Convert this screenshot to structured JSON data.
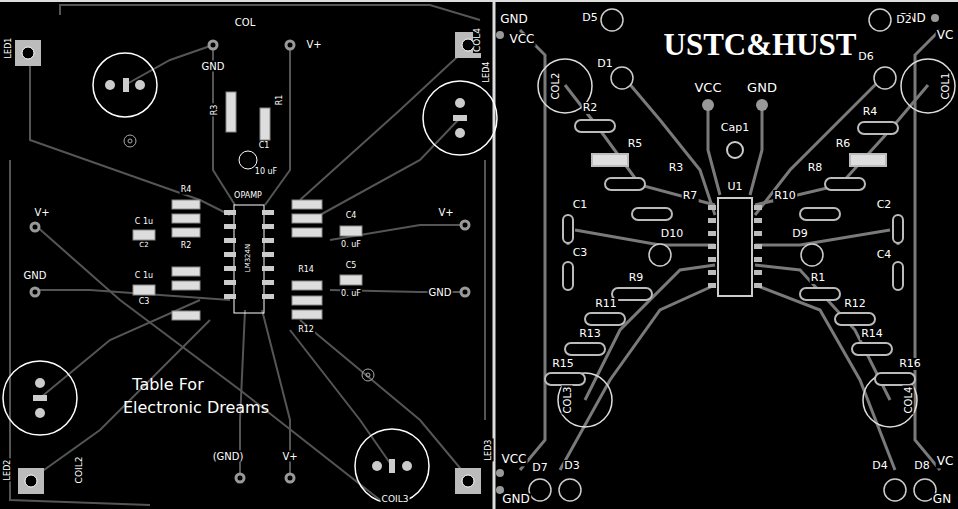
{
  "diagram": {
    "labels": [
      "COL",
      "LED1",
      "GND",
      "V+",
      "COL4",
      "LED4",
      "R1",
      "R3",
      "C1",
      "10 uF",
      "OPAMP",
      "LM324N",
      "R4",
      "C 1u",
      "C2",
      "R2",
      "V+",
      "C4",
      "0. uF",
      "V+",
      "GND",
      "C 1u",
      "C3",
      "R14",
      "C5",
      "0. uF",
      "GND",
      "R12",
      "Table For",
      "Electronic Dreams",
      "(GND)",
      "V+",
      "LED2",
      "COIL2",
      "COIL3",
      "LED3",
      "GND",
      "VCC",
      "D5",
      "USTC&HUST",
      "D1",
      "GND",
      "VC",
      "D2",
      "D6",
      "COL2",
      "COL1",
      "VCC",
      "GND",
      "Cap1",
      "R2",
      "R5",
      "R4",
      "R6",
      "R3",
      "R8",
      "R7",
      "U1",
      "R10",
      "C1",
      "C2",
      "D10",
      "D9",
      "C3",
      "C4",
      "R1",
      "R9",
      "R11",
      "R12",
      "R13",
      "R14",
      "R15",
      "R16",
      "COL3",
      "COL4",
      "VCC",
      "D7",
      "D3",
      "D4",
      "D8",
      "VC",
      "GND",
      "GN"
    ]
  }
}
